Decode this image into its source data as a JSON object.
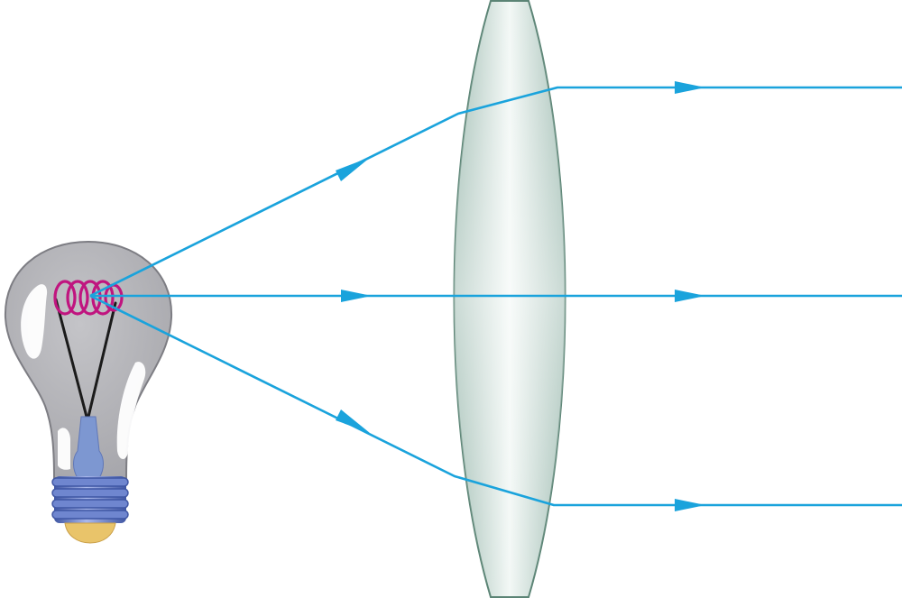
{
  "diagram": {
    "elements": {
      "light_source": "light-bulb",
      "filament": "coiled-filament",
      "lens": "convex-lens",
      "rays": [
        "upper-ray",
        "axial-ray",
        "lower-ray"
      ]
    },
    "colors": {
      "background": "#ffffff",
      "ray": "#1aa3dc",
      "lens_edge": "#5b8475",
      "lens_fill_edge": "#9fbcb2",
      "lens_fill_center": "#f3f8f6",
      "bulb_glass": "#a6a6ab",
      "bulb_glass_edge": "#7d7d83",
      "bulb_highlight": "#ffffff",
      "filament": "#c0157f",
      "support_wire": "#1b1b1b",
      "stem": "#7d97d1",
      "screw_base": "#6f86cf",
      "screw_base_dark": "#3f56a3",
      "base_tip": "#e9c46a"
    }
  }
}
